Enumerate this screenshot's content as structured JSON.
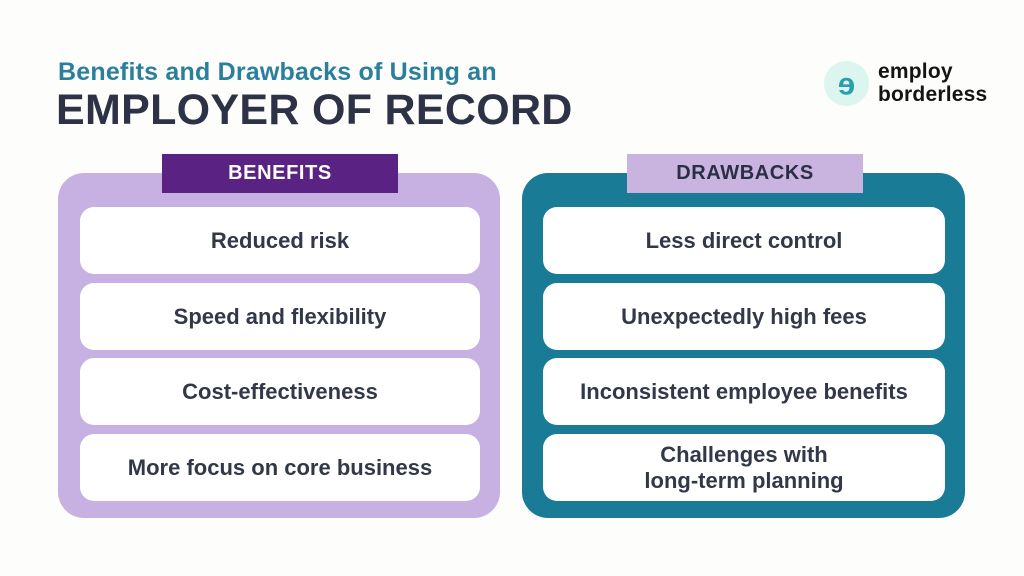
{
  "header": {
    "subtitle": "Benefits and Drawbacks of Using an",
    "title": "EMPLOYER OF RECORD"
  },
  "logo": {
    "name": "employ borderless",
    "line1": "employ",
    "line2": "borderless"
  },
  "benefits": {
    "header": "BENEFITS",
    "items": [
      "Reduced risk",
      "Speed and flexibility",
      "Cost-effectiveness",
      "More focus on core business"
    ]
  },
  "drawbacks": {
    "header": "DRAWBACKS",
    "items": [
      "Less direct control",
      "Unexpectedly high fees",
      "Inconsistent employee benefits",
      "Challenges with\nlong-term planning"
    ]
  },
  "colors": {
    "background": "#fdfdfb",
    "subtitle_teal": "#2a7f9c",
    "title_navy": "#2e3247",
    "benefits_panel_lavender": "#c7b1e3",
    "benefits_banner_purple": "#5a2383",
    "drawbacks_panel_teal": "#1a7b96",
    "drawbacks_banner_lavender": "#c9b4df",
    "card_background": "#ffffff",
    "card_text": "#333849",
    "logo_circle_mint": "#dcf5ee",
    "logo_e_teal": "#2b9eac"
  }
}
